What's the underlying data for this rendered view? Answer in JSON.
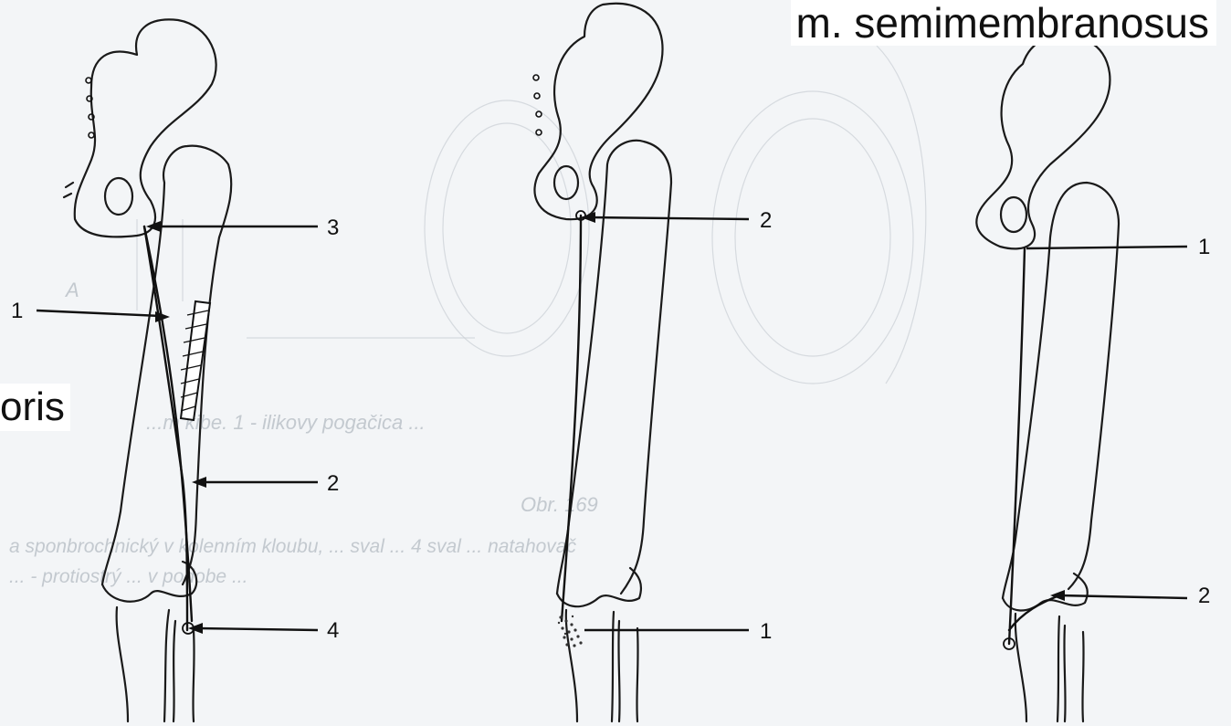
{
  "captions": {
    "top_right": "m. semimembranosus",
    "left": "oris"
  },
  "figures": [
    {
      "id": "left",
      "labels": [
        "3",
        "1",
        "2",
        "4"
      ]
    },
    {
      "id": "middle",
      "labels": [
        "2",
        "1"
      ]
    },
    {
      "id": "right",
      "labels": [
        "1",
        "2"
      ]
    }
  ],
  "background_text": {
    "caption_line": "...m kibe. 1 - ilikovy pogačica ...",
    "figure_label": "Obr. 169",
    "row1": "a sponbrochnický v kolenním kloubu, ... sval ... 4 sval ... natahovač",
    "row2": "... - protiostrý ... v podobe ...",
    "small_label_a": "A"
  },
  "colors": {
    "ink": "#111111",
    "paper": "#f3f5f7",
    "ghost": "#c9ced4"
  }
}
